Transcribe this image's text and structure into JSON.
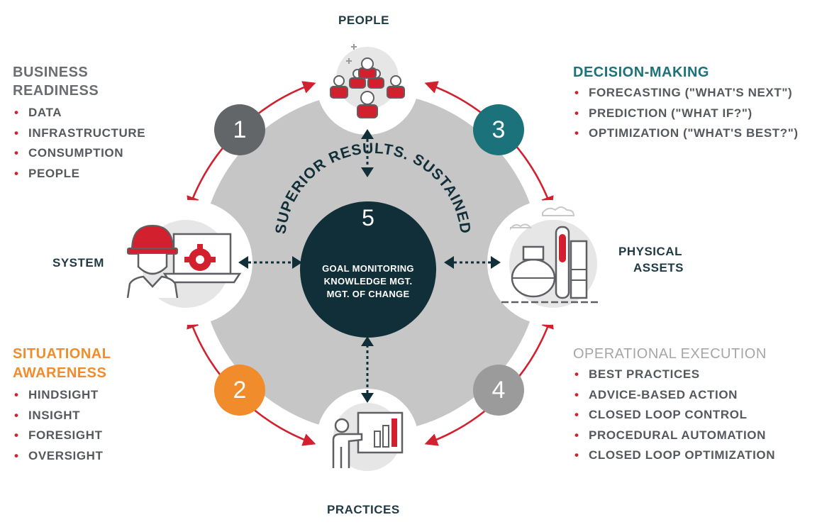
{
  "nodes": {
    "people": "PEOPLE",
    "system": "SYSTEM",
    "physical_assets_line1": "PHYSICAL",
    "physical_assets_line2": "ASSETS",
    "practices": "PRACTICES"
  },
  "center": {
    "arc_text": "SUPERIOR RESULTS. SUSTAINED",
    "number": "5",
    "lines": [
      "GOAL MONITORING",
      "KNOWLEDGE MGT.",
      "MGT. OF CHANGE"
    ]
  },
  "steps": [
    {
      "number": "1",
      "color": "#636669"
    },
    {
      "number": "2",
      "color": "#f08c2c"
    },
    {
      "number": "3",
      "color": "#1b727a"
    },
    {
      "number": "4",
      "color": "#9b9b9b"
    }
  ],
  "sections": {
    "business_readiness": {
      "title_line1": "BUSINESS",
      "title_line2": "READINESS",
      "color": "#6a6d71",
      "items": [
        "DATA",
        "INFRASTRUCTURE",
        "CONSUMPTION",
        "PEOPLE"
      ]
    },
    "decision_making": {
      "title": "DECISION-MAKING",
      "color": "#1b727a",
      "items": [
        "FORECASTING (\"WHAT'S NEXT\")",
        "PREDICTION (\"WHAT IF?\")",
        "OPTIMIZATION (\"WHAT'S BEST?\")"
      ]
    },
    "situational_awareness": {
      "title_line1": "SITUATIONAL",
      "title_line2": "AWARENESS",
      "color": "#f08c2c",
      "items": [
        "HINDSIGHT",
        "INSIGHT",
        "FORESIGHT",
        "OVERSIGHT"
      ]
    },
    "operational_execution": {
      "title": "OPERATIONAL EXECUTION",
      "color": "#a6a6a6",
      "items": [
        "BEST PRACTICES",
        "ADVICE-BASED ACTION",
        "CLOSED LOOP CONTROL",
        "PROCEDURAL AUTOMATION",
        "CLOSED LOOP OPTIMIZATION"
      ]
    }
  },
  "colors": {
    "accent_red": "#d3202f",
    "dark_navy": "#112f38",
    "ring_gray": "#c6c6c6",
    "icon_gray": "#5d5f63",
    "node_bg": "#e6e6e6"
  }
}
